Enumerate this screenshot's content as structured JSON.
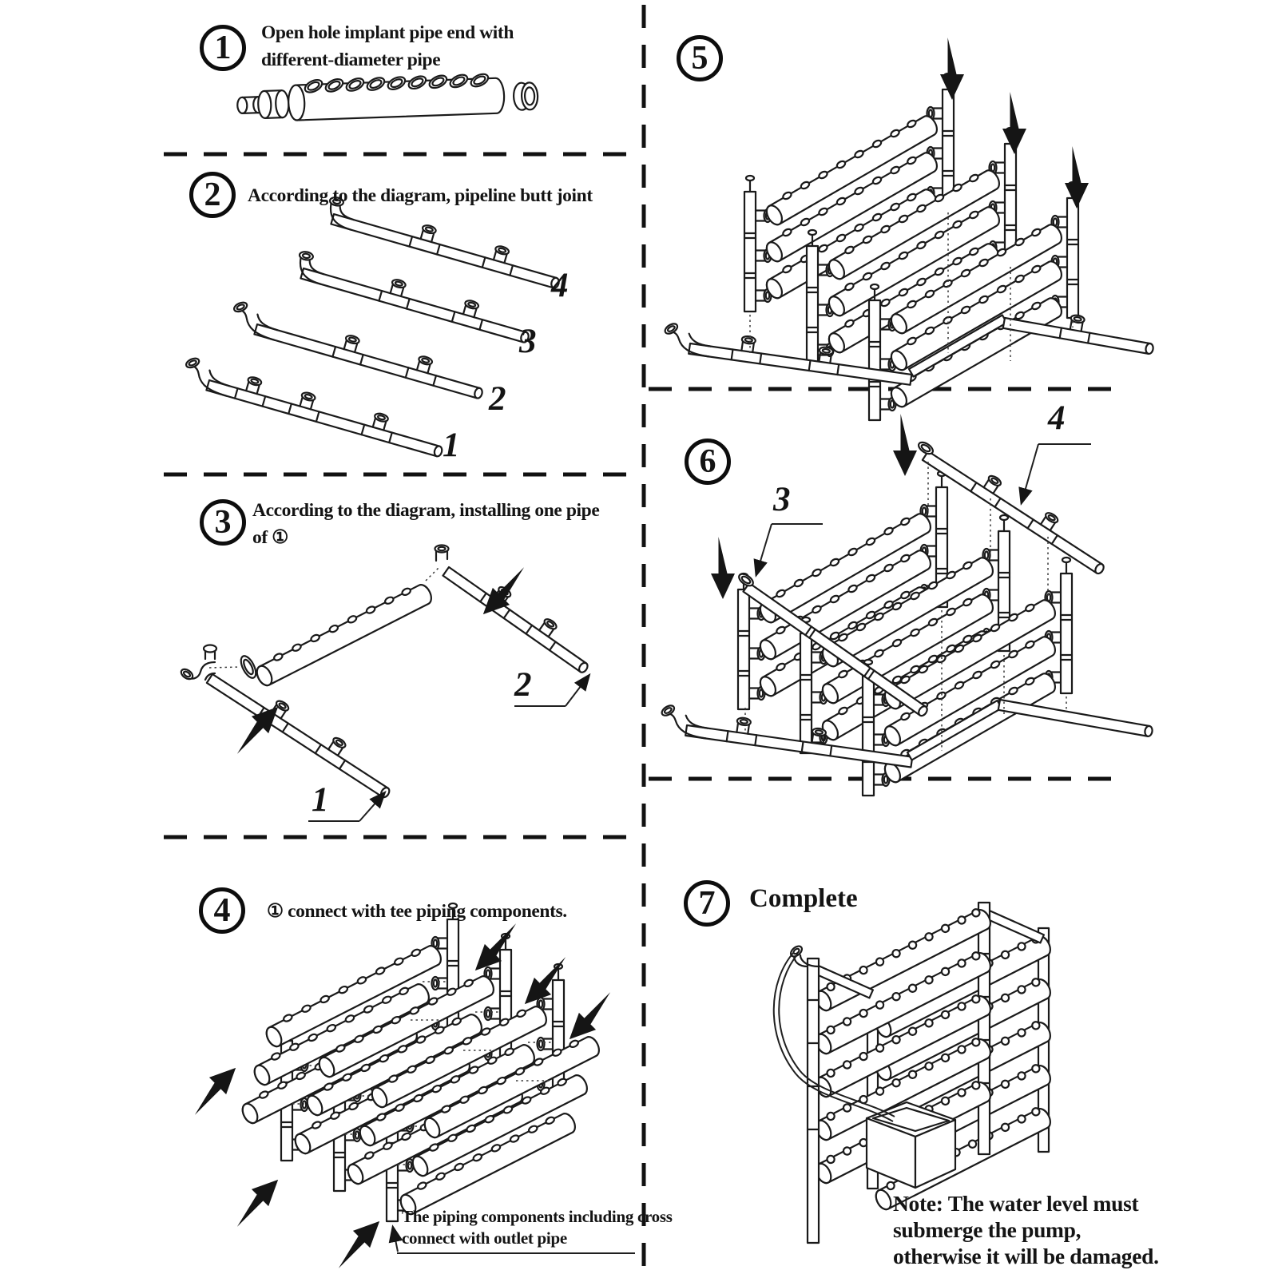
{
  "colors": {
    "ink": "#1a1a1a",
    "background": "#ffffff"
  },
  "steps": {
    "s1": {
      "badge": "1",
      "title_line1": "Open hole implant pipe end with",
      "title_line2": "different-diameter pipe"
    },
    "s2": {
      "badge": "2",
      "title": "According to the diagram, pipeline butt joint",
      "labels": {
        "l4": "4",
        "l3": "3",
        "l2": "2",
        "l1": "1"
      }
    },
    "s3": {
      "badge": "3",
      "title_line1": "According to the diagram, installing one pipe",
      "title_line2": "of ①",
      "labels": {
        "l2": "2",
        "l1": "1"
      }
    },
    "s4": {
      "badge": "4",
      "title": "① connect with tee piping components.",
      "note_line1": "The piping components including cross",
      "note_line2": "connect with outlet pipe"
    },
    "s5": {
      "badge": "5"
    },
    "s6": {
      "badge": "6",
      "labels": {
        "l3": "3",
        "l4": "4"
      }
    },
    "s7": {
      "badge": "7",
      "title": "Complete",
      "note_line1": "Note: The water level must",
      "note_line2": "submerge the pump,",
      "note_line3": "otherwise it will be damaged."
    }
  }
}
